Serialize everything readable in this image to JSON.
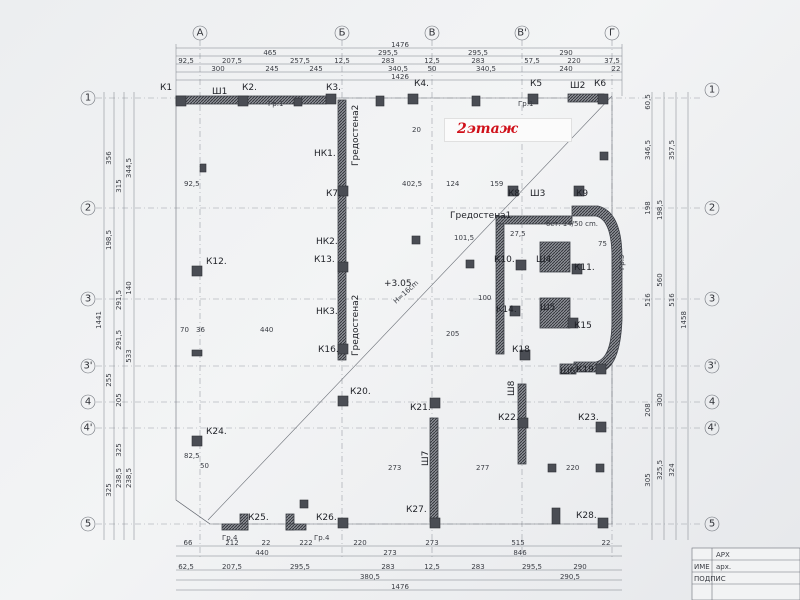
{
  "floor_label": "2этаж",
  "axes_top": [
    "А",
    "Б",
    "В",
    "В'",
    "Г"
  ],
  "axes_side": [
    "1",
    "2",
    "3",
    "3'",
    "4",
    "4'",
    "5"
  ],
  "columns": [
    "К1",
    "К2.",
    "К3.",
    "К4.",
    "К5",
    "К6",
    "К7.",
    "К8",
    "К9",
    "К10.",
    "К11.",
    "К12.",
    "К13.",
    "К14.",
    "К15",
    "К16.",
    "К18",
    "К19",
    "К20.",
    "К21.",
    "К22.",
    "К23.",
    "К24.",
    "К25.",
    "К26.",
    "К27.",
    "К28."
  ],
  "piers": [
    "Ш1",
    "Ш2",
    "Ш3",
    "Ш4",
    "Ш5",
    "Ш6",
    "Ш7",
    "Ш8"
  ],
  "nk": [
    "НК1.",
    "НК2.",
    "НК3."
  ],
  "walls": [
    "Гредостена2",
    "Гредостена2",
    "Гредостена1"
  ],
  "beams": [
    "Гр.1",
    "Гр.1",
    "Гр.3",
    "Гр.4",
    "Гр.4"
  ],
  "slab": [
    "Н=16cm"
  ],
  "level": "+3.05",
  "opening": "бст. 14/50 cm.",
  "top_dims_row1": [
    "1476"
  ],
  "top_dims_row2": [
    "465",
    "295,5",
    "295,5",
    "290"
  ],
  "top_dims_row3": [
    "92,5",
    "207,5",
    "257,5",
    "12,5",
    "283",
    "12,5",
    "283",
    "57,5",
    "220",
    "37,5"
  ],
  "top_dims_row4": [
    "300",
    "245",
    "245",
    "340,5",
    "50",
    "340,5",
    "240",
    "22"
  ],
  "top_dims_row5": [
    "1426"
  ],
  "bottom_dims_row1": [
    "66",
    "212",
    "22",
    "222",
    "220",
    "273",
    "515",
    "22"
  ],
  "bottom_dims_row2": [
    "440",
    "273",
    "846"
  ],
  "bottom_dims_row3": [
    "62,5",
    "207,5",
    "295,5",
    "283",
    "12,5",
    "283",
    "295,5",
    "290"
  ],
  "bottom_dims_row4": [
    "380,5",
    "290,5"
  ],
  "bottom_dims_row5": [
    "1476"
  ],
  "left_dims_outer": [
    "1441"
  ],
  "left_dims_mid": [
    "356",
    "198,5",
    "315",
    "291,5",
    "533",
    "205",
    "238,5",
    "325",
    "238,5"
  ],
  "left_dims_inner": [
    "344,5",
    "140",
    "291,5",
    "255",
    "325"
  ],
  "right_dims_outer": [
    "1458"
  ],
  "right_dims_mid": [
    "346,5",
    "198,5",
    "516",
    "560",
    "300",
    "325,5",
    "324"
  ],
  "right_dims_inner": [
    "60,5",
    "357,5",
    "198",
    "516",
    "208",
    "305"
  ],
  "interior_dims": [
    "402,5",
    "440",
    "273",
    "277",
    "220",
    "124",
    "159",
    "92,5",
    "82,5",
    "70",
    "36",
    "50",
    "20",
    "27,5",
    "100",
    "101,5",
    "75",
    "205"
  ],
  "title_block": [
    "АРХ",
    "ИМЕ",
    "арх.",
    "ПОДПИС"
  ],
  "colors": {
    "hatch": "#3e4148",
    "note_text": "#d0101a",
    "paper": "#eceef0"
  }
}
